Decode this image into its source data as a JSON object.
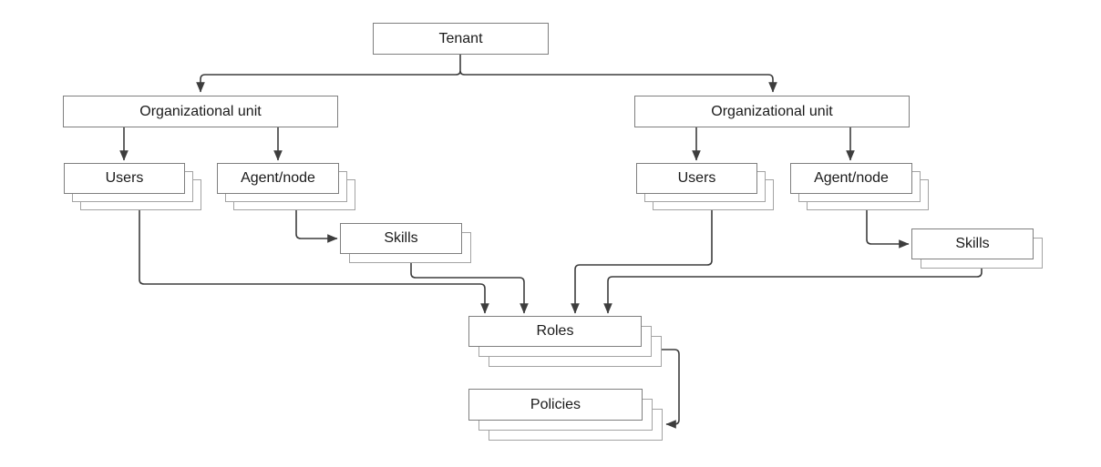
{
  "diagram": {
    "nodes": {
      "tenant": {
        "label": "Tenant"
      },
      "org_unit_left": {
        "label": "Organizational unit"
      },
      "org_unit_right": {
        "label": "Organizational unit"
      },
      "users_left": {
        "label": "Users"
      },
      "agent_node_left": {
        "label": "Agent/node"
      },
      "skills_left": {
        "label": "Skills"
      },
      "users_right": {
        "label": "Users"
      },
      "agent_node_right": {
        "label": "Agent/node"
      },
      "skills_right": {
        "label": "Skills"
      },
      "roles": {
        "label": "Roles"
      },
      "policies": {
        "label": "Policies"
      }
    },
    "edges": [
      {
        "from": "tenant",
        "to": "org_unit_left"
      },
      {
        "from": "tenant",
        "to": "org_unit_right"
      },
      {
        "from": "org_unit_left",
        "to": "users_left"
      },
      {
        "from": "org_unit_left",
        "to": "agent_node_left"
      },
      {
        "from": "org_unit_right",
        "to": "users_right"
      },
      {
        "from": "org_unit_right",
        "to": "agent_node_right"
      },
      {
        "from": "agent_node_left",
        "to": "skills_left"
      },
      {
        "from": "agent_node_right",
        "to": "skills_right"
      },
      {
        "from": "users_left",
        "to": "roles"
      },
      {
        "from": "skills_left",
        "to": "roles"
      },
      {
        "from": "users_right",
        "to": "roles"
      },
      {
        "from": "skills_right",
        "to": "roles"
      },
      {
        "from": "roles",
        "to": "policies"
      }
    ],
    "colors": {
      "background": "#ffffff",
      "box_fill": "#ffffff",
      "box_border": "#7f7f7f",
      "stack_border": "#a3a3a3",
      "connector": "#3d3d3d",
      "text": "#1a1a1a"
    }
  }
}
